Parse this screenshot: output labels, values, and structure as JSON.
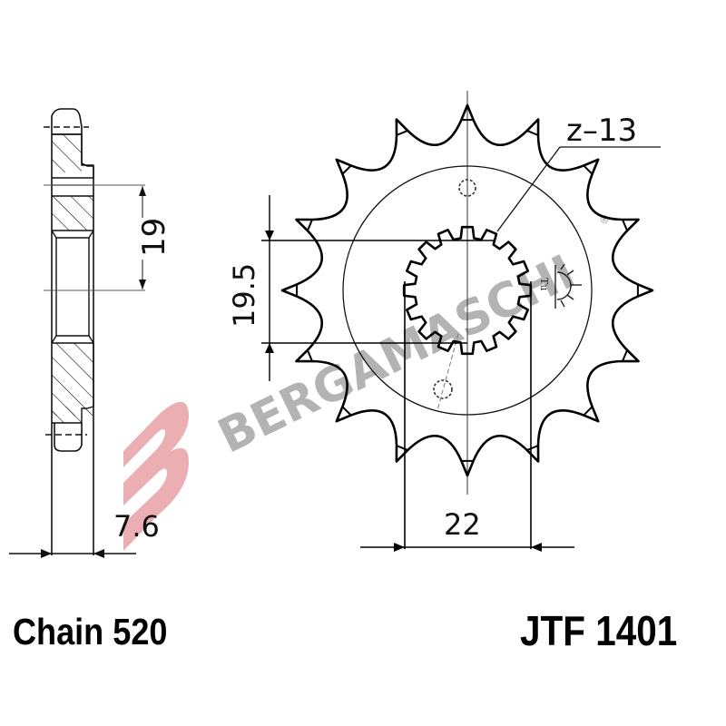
{
  "drawing": {
    "teeth_label": "z–13",
    "side_dimensions": {
      "hub_offset": "19",
      "thickness": "7.6"
    },
    "front_dimensions": {
      "spline_height": "19.5",
      "bore_width": "22"
    },
    "outer_tooth_count_drawn": 16,
    "inner_spline_tooth_count_drawn": 16,
    "symbol": "sun-surface-finish-icon",
    "line_color": "#000000"
  },
  "watermark": {
    "text": "BERGAMASCHI",
    "registered_mark": "®",
    "logo_letter": "B",
    "logo_color": "#e8a0a6",
    "text_color": "#9a9a9a"
  },
  "footer": {
    "chain_label": "Chain 520",
    "part_number": "JTF 1401"
  }
}
